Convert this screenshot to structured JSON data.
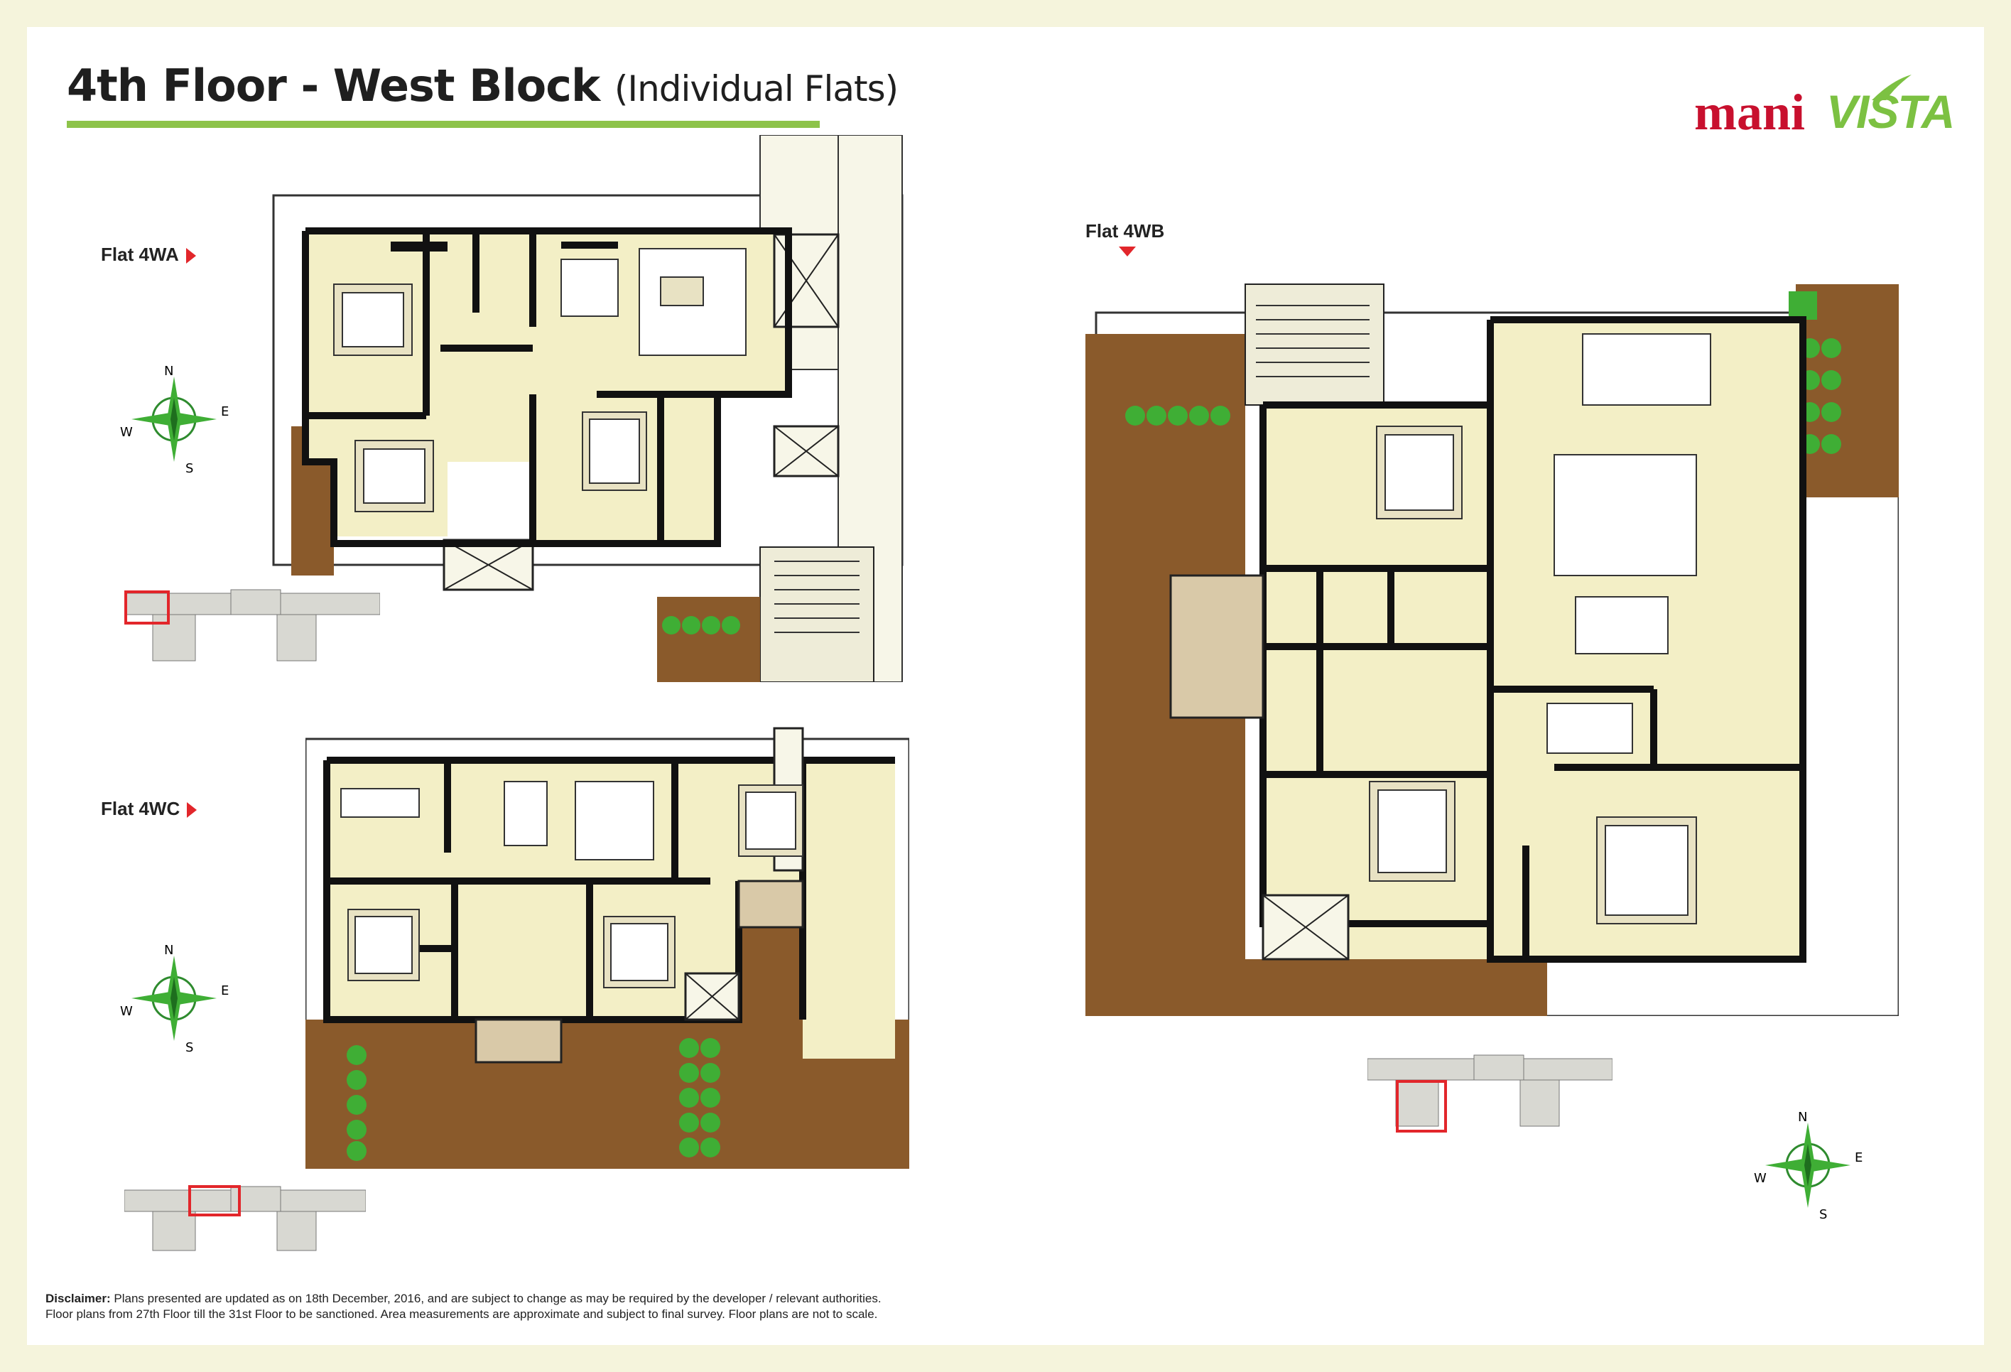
{
  "title": {
    "main": "4th Floor - West Block",
    "sub": "(Individual Flats)"
  },
  "logo": {
    "part1": "mani",
    "part2": "VISTA"
  },
  "flats": [
    {
      "label": "Flat 4WA"
    },
    {
      "label": "Flat 4WB"
    },
    {
      "label": "Flat 4WC"
    }
  ],
  "compass": {
    "n": "N",
    "e": "E",
    "s": "S",
    "w": "W"
  },
  "disclaimer": {
    "heading": "Disclaimer:",
    "line1": "Plans presented are updated as on 18th December, 2016, and are subject to change as may be required by the developer / relevant authorities.",
    "line2": "Floor plans from 27th Floor till the 31st Floor to be sanctioned. Area measurements are approximate and subject to final survey. Floor plans are not to scale."
  },
  "colors": {
    "background": "#f5f4dc",
    "accent_green": "#8dc34a",
    "room_fill": "#f3efc6",
    "deck_wood": "#8a5a2b",
    "wall": "#111111",
    "brand_red": "#c8102e",
    "brand_green": "#7cc142",
    "pointer_red": "#e2262b"
  }
}
